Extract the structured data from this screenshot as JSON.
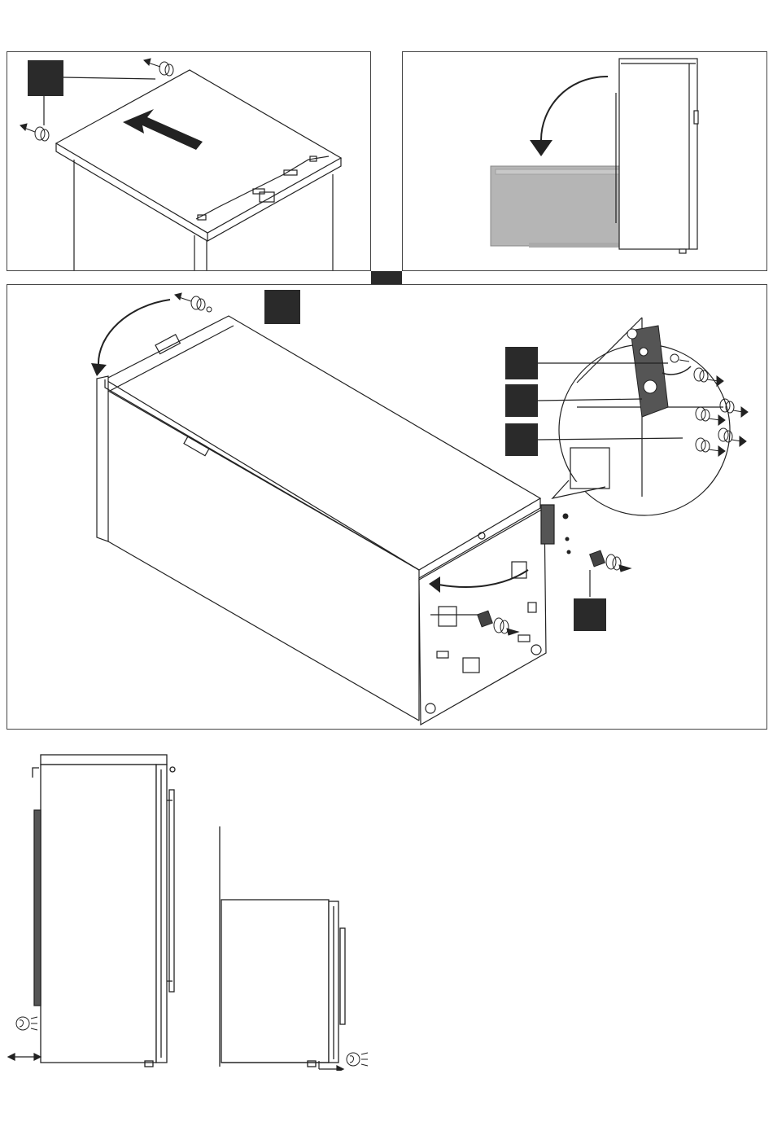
{
  "page": {
    "panels": [
      "step-1-remove-top",
      "step-2-lay-down",
      "step-3-remove-hinge",
      "step-4-clearance"
    ]
  },
  "colors": {
    "line": "#222222",
    "badge": "#2a2a2a",
    "shade": "#b5b5b5",
    "plate": "#555555"
  },
  "icons": [
    "screw-remove-icon",
    "curved-arrow-icon",
    "push-arrow-icon",
    "ventilation-icon",
    "dimension-arrow-icon"
  ]
}
